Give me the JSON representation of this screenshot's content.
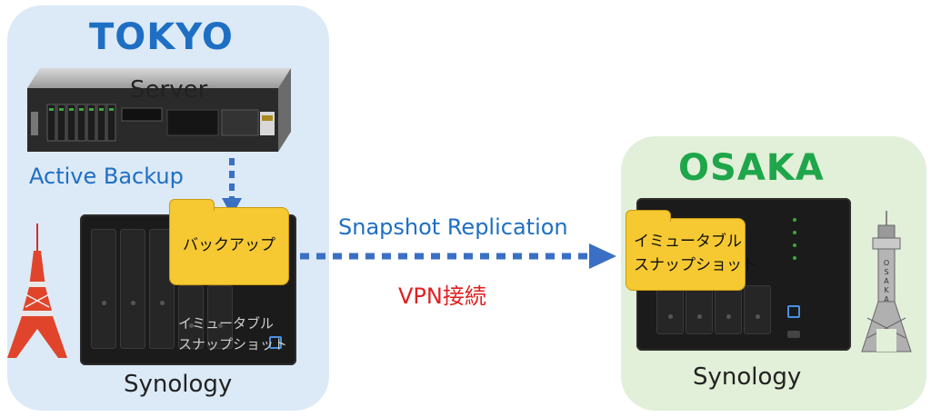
{
  "tokyo": {
    "title": "TOKYO",
    "server_label": "Server",
    "backup_method": "Active Backup",
    "folder_label": "バックアップ",
    "snapshot_label_line1": "イミュータブル",
    "snapshot_label_line2": "スナップショット",
    "device_label": "Synology"
  },
  "osaka": {
    "title": "OSAKA",
    "folder_label_line1": "イミュータブル",
    "folder_label_line2": "スナップショット",
    "device_label": "Synology"
  },
  "link": {
    "method": "Snapshot Replication",
    "connection": "VPN接続"
  },
  "colors": {
    "tokyo_region": "#dce9f6",
    "osaka_region": "#e2efd9",
    "tokyo_title": "#1e6fc4",
    "osaka_title": "#1fa64a",
    "arrow": "#3a6fc4",
    "vpn_text": "#e02020",
    "folder": "#f6c932"
  },
  "icons": {
    "server": "rack-server-icon",
    "nas": "nas-device-icon",
    "folder": "folder-icon",
    "tokyo_landmark": "tokyo-tower-icon",
    "osaka_landmark": "tsutenkaku-tower-icon"
  }
}
